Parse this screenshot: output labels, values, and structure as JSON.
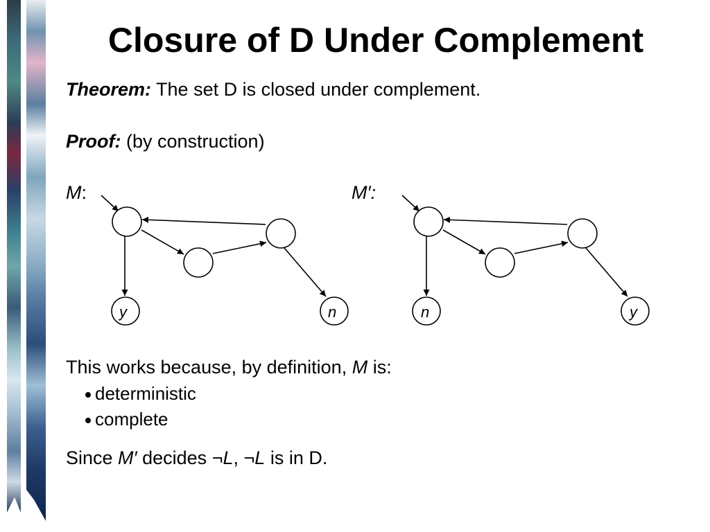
{
  "title": "Closure of D Under Complement",
  "theorem": {
    "label": "Theorem:",
    "text": " The set D is closed under complement."
  },
  "proof": {
    "label": "Proof:",
    "text": " (by construction)"
  },
  "diagram_m": {
    "label": "M",
    "suffix": ":",
    "nodes": {
      "left_final": "y",
      "right_final": "n"
    }
  },
  "diagram_mprime": {
    "label": "M′",
    "suffix": ":",
    "nodes": {
      "left_final": "n",
      "right_final": "y"
    }
  },
  "explanation": {
    "prefix": "This works because, by definition, ",
    "var": "M",
    "suffix": " is:",
    "bullets": [
      "deterministic",
      "complete"
    ]
  },
  "conclusion": {
    "p1": "Since ",
    "var1": "M′",
    "p2": " decides ",
    "neg1": "¬",
    "var2": "L",
    "p3": ", ",
    "neg2": "¬",
    "var3": "L",
    "p4": " is in D."
  }
}
